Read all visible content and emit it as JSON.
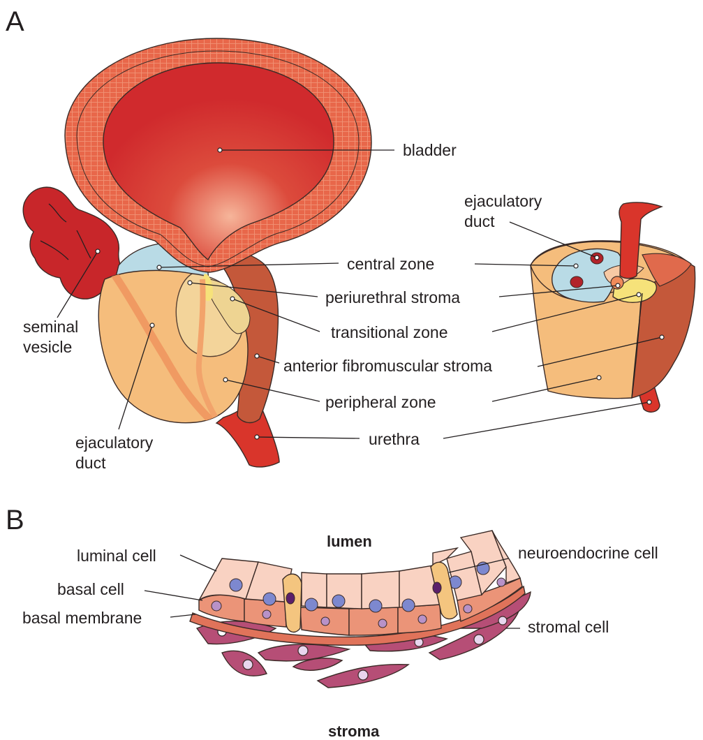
{
  "panels": {
    "a": "A",
    "b": "B"
  },
  "panel_a": {
    "labels": {
      "bladder": "bladder",
      "ejaculatory_duct_right": [
        "ejaculatory",
        "duct"
      ],
      "central_zone": "central zone",
      "periurethral_stroma": "periurethral stroma",
      "transitional_zone": "transitional zone",
      "anterior_fibromuscular_stroma": "anterior fibromuscular stroma",
      "peripheral_zone": "peripheral zone",
      "urethra": "urethra",
      "seminal_vesicle": [
        "seminal",
        "vesicle"
      ],
      "ejaculatory_duct_left": [
        "ejaculatory",
        "duct"
      ]
    }
  },
  "panel_b": {
    "labels": {
      "lumen": "lumen",
      "stroma": "stroma",
      "luminal_cell": "luminal cell",
      "basal_cell": "basal cell",
      "basal_membrane": "basal membrane",
      "neuroendocrine_cell": "neuroendocrine cell",
      "stromal_cell": "stromal cell"
    }
  },
  "colors": {
    "bladder_wall": "#e8674a",
    "bladder_lumen": "#d42f2f",
    "central_zone": "#b9dbe6",
    "peripheral_zone": "#f5bd7c",
    "transitional_zone": "#f3d9a0",
    "periurethral_stroma": "#f6e27a",
    "fibromuscular_stroma": "#c4583a",
    "urethra": "#d9352b",
    "seminal_vesicle": "#c8262a",
    "luminal_cell": "#f9d2c2",
    "basal_cell": "#eb9478",
    "neuroendocrine_cell": "#f4c57f",
    "nucleus": "#7d88cf",
    "basal_membrane": "#e0735a",
    "stromal_cell": "#b64e76"
  }
}
